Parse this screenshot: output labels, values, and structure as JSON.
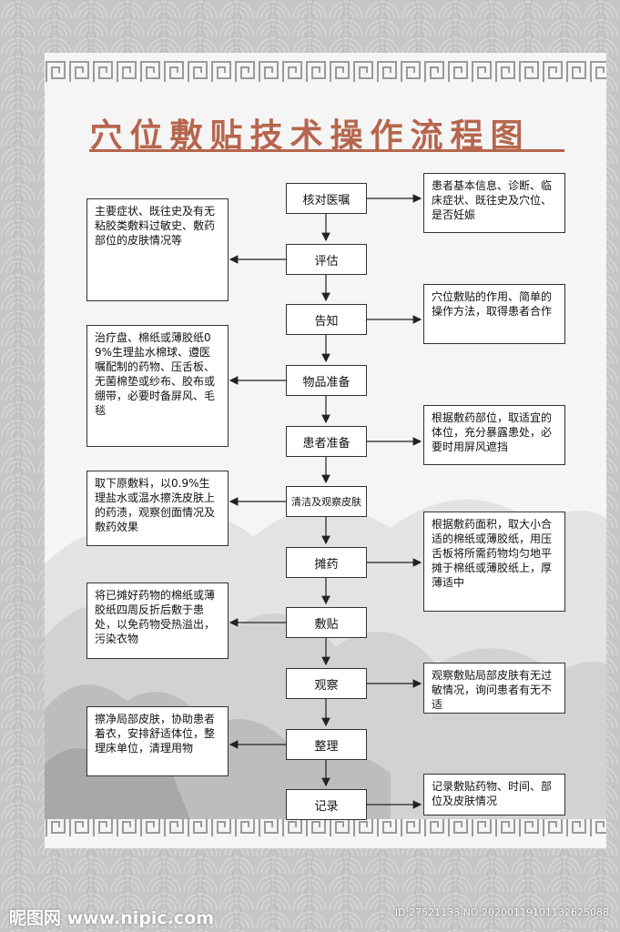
{
  "title": "穴位敷贴技术操作流程图",
  "steps": [
    {
      "label": "核对医嘱",
      "left_note": "",
      "right_note": "患者基本信息、诊断、临床症状、既往史及穴位、是否妊娠"
    },
    {
      "label": "评估",
      "left_note": "主要症状、既往史及有无粘胶类敷料过敏史、敷药部位的皮肤情况等",
      "right_note": ""
    },
    {
      "label": "告知",
      "left_note": "",
      "right_note": "穴位敷贴的作用、简单的操作方法，取得患者合作"
    },
    {
      "label": "物品准备",
      "left_note": "治疗盘、棉纸或薄胶纸09%生理盐水棉球、遵医嘱配制的药物、压舌板、无菌棉垫或纱布、胶布或绷带，必要时备屏风、毛毯",
      "right_note": ""
    },
    {
      "label": "患者准备",
      "left_note": "",
      "right_note": "根据敷药部位，取适宜的体位，充分暴露患处，必要时用屏风遮挡"
    },
    {
      "label": "清洁及观察皮肤",
      "left_note": "取下原敷料，以0.9%生理盐水或温水擦洗皮肤上的药渍，观察创面情况及敷药效果",
      "right_note": ""
    },
    {
      "label": "摊药",
      "left_note": "",
      "right_note": "根据敷药面积，取大小合适的棉纸或薄胶纸，用压舌板将所需药物均匀地平摊于棉纸或薄胶纸上，厚薄适中"
    },
    {
      "label": "敷贴",
      "left_note": "将已摊好药物的棉纸或薄胶纸四周反折后敷于患处，以免药物受热溢出，污染衣物",
      "right_note": ""
    },
    {
      "label": "观察",
      "left_note": "",
      "right_note": "观察敷贴局部皮肤有无过敏情况，询问患者有无不适"
    },
    {
      "label": "整理",
      "left_note": "擦净局部皮肤，协助患者着衣，安排舒适体位，整理床单位，清理用物",
      "right_note": ""
    },
    {
      "label": "记录",
      "left_note": "",
      "right_note": "记录敷贴药物、时间、部位及皮肤情况"
    }
  ],
  "watermark": {
    "left": "昵图网 www.nipic.com",
    "right": "ID:27521133 NO:20200119101132625088"
  },
  "colors": {
    "title": "#b6664d",
    "border": "#333333",
    "panel": "#f5f5f5",
    "background": "#c9c9c9"
  }
}
